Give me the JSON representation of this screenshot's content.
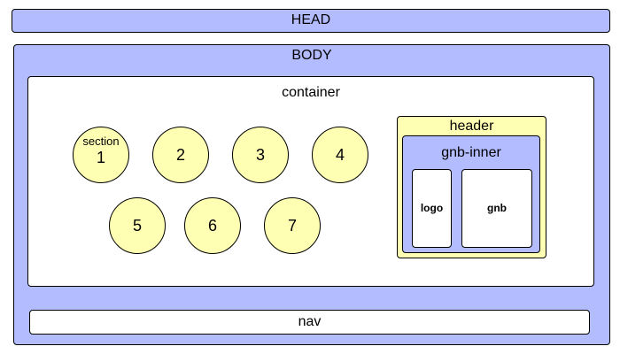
{
  "head": {
    "label": "HEAD"
  },
  "body": {
    "label": "BODY"
  },
  "container": {
    "label": "container",
    "sections": [
      {
        "number": "1",
        "caption": "section"
      },
      {
        "number": "2"
      },
      {
        "number": "3"
      },
      {
        "number": "4"
      },
      {
        "number": "5"
      },
      {
        "number": "6"
      },
      {
        "number": "7"
      }
    ]
  },
  "header": {
    "label": "header",
    "gnb_inner": {
      "label": "gnb-inner",
      "logo": "logo",
      "gnb": "gnb"
    }
  },
  "nav": {
    "label": "nav"
  },
  "colors": {
    "body_fill": "#b3bcff",
    "section_fill": "#ffffb3",
    "box_fill": "#ffffff",
    "border": "#000000"
  }
}
